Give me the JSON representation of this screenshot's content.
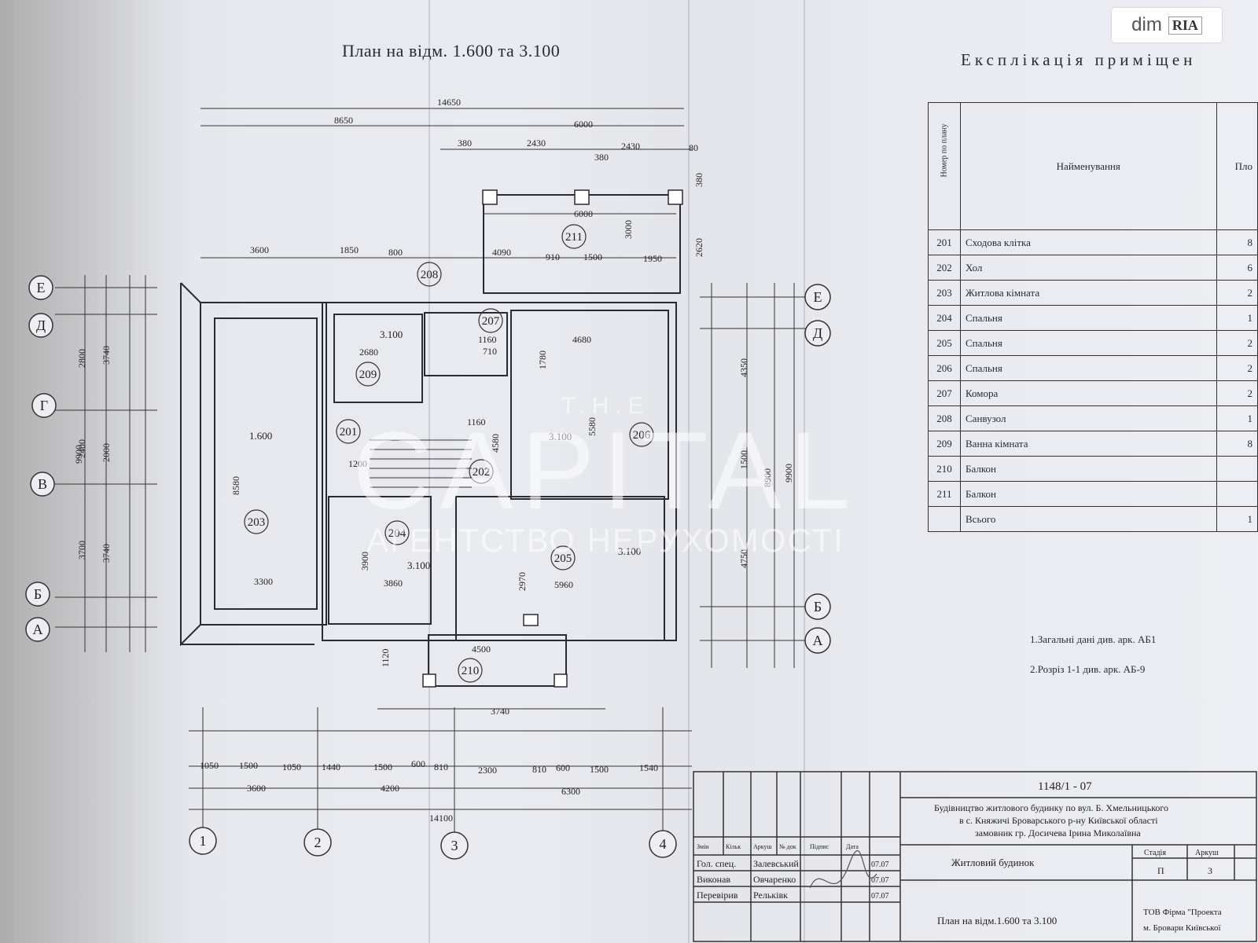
{
  "plan_title": "План на відм. 1.600 та 3.100",
  "explication_title": "Експлікація приміщен",
  "watermark": {
    "top": "T.H.E",
    "main": "CAPITAL",
    "sub": "АГЕНТСТВО НЕРУХОМОСТІ"
  },
  "badge": {
    "dim": "dim",
    "ria": "RIA"
  },
  "table": {
    "header_num": "Номер по плану",
    "header_name": "Найменування",
    "header_area": "Пло",
    "rows": [
      {
        "num": "201",
        "name": "Сходова клітка",
        "area": "8"
      },
      {
        "num": "202",
        "name": "Хол",
        "area": "6"
      },
      {
        "num": "203",
        "name": "Житлова кімната",
        "area": "2"
      },
      {
        "num": "204",
        "name": "Спальня",
        "area": "1"
      },
      {
        "num": "205",
        "name": "Спальня",
        "area": "2"
      },
      {
        "num": "206",
        "name": "Спальня",
        "area": "2"
      },
      {
        "num": "207",
        "name": "Комора",
        "area": "2"
      },
      {
        "num": "208",
        "name": "Санвузол",
        "area": "1"
      },
      {
        "num": "209",
        "name": "Ванна кімната",
        "area": "8"
      },
      {
        "num": "210",
        "name": "Балкон",
        "area": ""
      },
      {
        "num": "211",
        "name": "Балкон",
        "area": ""
      },
      {
        "num": "",
        "name": "Всього",
        "area": "1"
      }
    ]
  },
  "notes": [
    "1.Загальні дані див. арк. АБ1",
    "2.Розріз 1-1 див. арк. АБ-9"
  ],
  "stamp": {
    "code": "1148/1 - 07",
    "line1": "Будівництво житлового будинку по вул. Б. Хмельницького",
    "line2": "в с. Княжичі Броварського р-ну Київської області",
    "line3": "замовник гр. Досичева Ірина Миколаївна",
    "hdr": [
      "Змін",
      "Кільк",
      "Аркуш",
      "№ док",
      "Підпис",
      "Дата"
    ],
    "roles": [
      {
        "role": "Гол. спец.",
        "name": "Залевський",
        "date": "07.07"
      },
      {
        "role": "Виконав",
        "name": "Овчаренко",
        "date": "07.07"
      },
      {
        "role": "Перевірив",
        "name": "Рельківк",
        "date": "07.07"
      }
    ],
    "object": "Житловий будинок",
    "stage_hdr": "Стадія",
    "sheet_hdr": "Аркуш",
    "stage": "П",
    "sheet": "3",
    "sheet_title": "План на відм.1.600 та 3.100",
    "org1": "ТОВ Фірма \"Проекта",
    "org2": "м. Бровари Київської"
  },
  "axes_letters": [
    "Е",
    "Д",
    "Г",
    "В",
    "Б",
    "А"
  ],
  "axes_numbers": [
    "1",
    "2",
    "3",
    "4"
  ],
  "rooms": [
    "201",
    "202",
    "203",
    "204",
    "205",
    "206",
    "207",
    "208",
    "209",
    "210",
    "211"
  ],
  "levels": [
    "1.600",
    "3.100",
    "3.100",
    "3.100",
    "3.100"
  ],
  "dims": {
    "top_total": "14650",
    "top_a": "8650",
    "top_b": "6000",
    "d380a": "380",
    "d2430a": "2430",
    "d2430b": "2430",
    "d80": "80",
    "d380b": "380",
    "d6000b": "6000",
    "d3600": "3600",
    "d1850": "1850",
    "d800": "800",
    "d4090": "4090",
    "d910": "910",
    "d1500": "1500",
    "d1950": "1950",
    "d3000": "3000",
    "d2620": "2620",
    "d380c": "380",
    "d4680": "4680",
    "d5580": "5580",
    "d8580": "8580",
    "d3300": "3300",
    "d2680": "2680",
    "d1160a": "1160",
    "d710": "710",
    "d1160b": "1160",
    "d1780": "1780",
    "d1200": "1200",
    "d4580": "4580",
    "d3860": "3860",
    "d3900": "3900",
    "d5960": "5960",
    "d2970": "2970",
    "d4500": "4500",
    "d1120": "1120",
    "d3740": "3740",
    "bot_total": "14100",
    "bot_a": "3600",
    "bot_b": "4200",
    "bot_c": "6300",
    "b1050a": "1050",
    "b1500a": "1500",
    "b1050b": "1050",
    "b1440": "1440",
    "b1500b": "1500",
    "b600a": "600",
    "b810a": "810",
    "b2300": "2300",
    "b810b": "810",
    "b600b": "600",
    "b1500c": "1500",
    "b1540": "1540",
    "left_total": "9900",
    "l2800": "2800",
    "l2400": "2400",
    "l3700": "3700",
    "l3740a": "3740",
    "l2000": "2000",
    "l3740b": "3740",
    "r4350": "4350",
    "r1500": "1500",
    "r4750": "4750",
    "r8900": "8900",
    "r9900": "9900"
  }
}
